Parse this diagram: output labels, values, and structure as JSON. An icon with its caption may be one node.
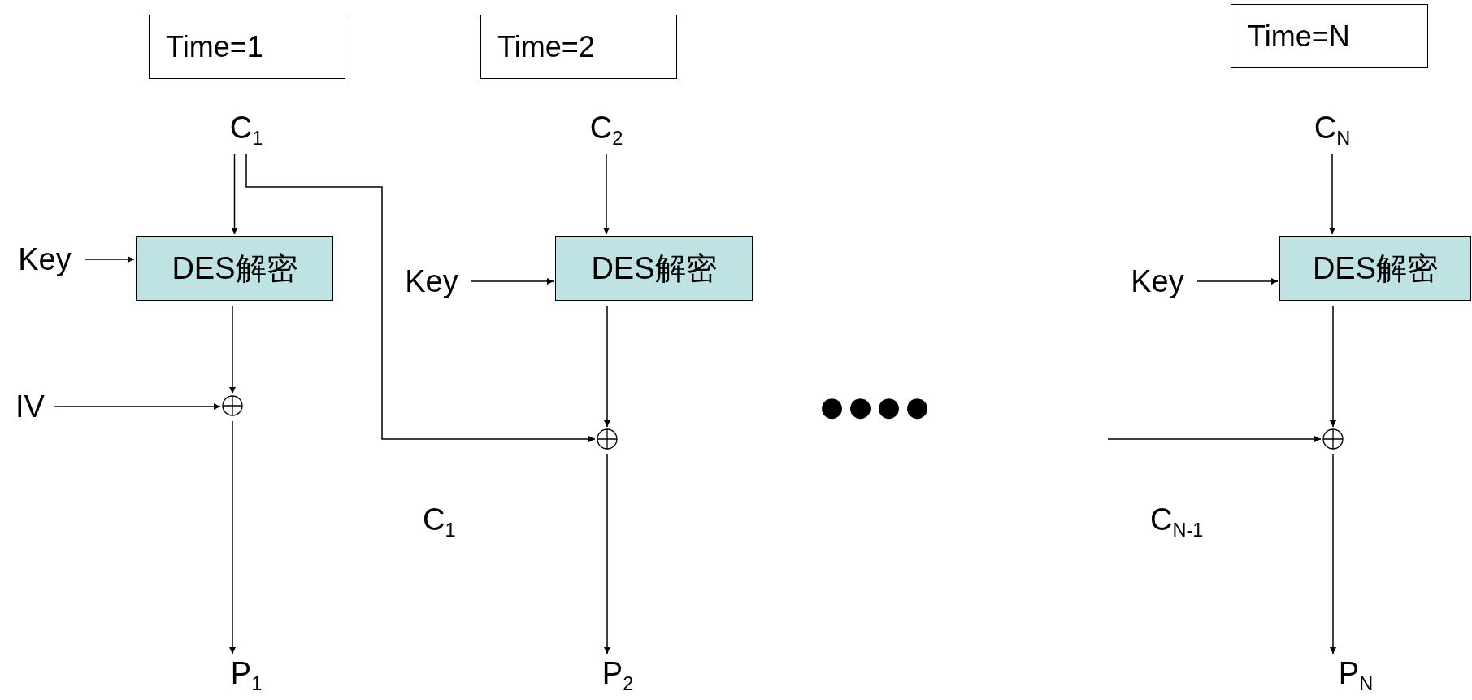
{
  "diagram": {
    "nodes": [
      {
        "text": [
          "Time=1"
        ]
      },
      {
        "text": [
          "Time=2"
        ]
      },
      {
        "text": [
          "Time=N"
        ]
      },
      {
        "text": [
          "C$_{1}$"
        ]
      },
      {
        "text": [
          "C$_{2}$"
        ]
      },
      {
        "text": [
          "C$_{N}$"
        ]
      },
      {
        "text": [
          "Key"
        ]
      },
      {
        "text": [
          "DES解密"
        ]
      },
      {
        "text": [
          "Key"
        ]
      },
      {
        "text": [
          "DES解密"
        ]
      },
      {
        "text": [
          "Key"
        ]
      },
      {
        "text": [
          "DES解密"
        ]
      },
      {
        "text": [
          "IV"
        ]
      },
      {
        "text": [],
        "shape": "circle"
      },
      {
        "text": [],
        "shape": "circle"
      },
      {
        "text": [],
        "shape": "circle"
      },
      {
        "text": [
          "P$_{1}$"
        ]
      },
      {
        "text": [
          "P$_{2}$"
        ]
      },
      {
        "text": [
          "P$_{N}$"
        ]
      }
    ],
    "edges": [
      {
        "from": 3,
        "to": 7,
        "arrow": "to"
      },
      {
        "from": 3,
        "to": 14,
        "arrow": "to"
      },
      {
        "from": 4,
        "to": 9,
        "arrow": "to"
      },
      {
        "from": 5,
        "to": 11,
        "arrow": "to"
      },
      {
        "from": 6,
        "to": 7,
        "arrow": "to"
      },
      {
        "from": 8,
        "to": 9,
        "arrow": "to"
      },
      {
        "from": 10,
        "to": 11,
        "arrow": "to"
      },
      {
        "from": 7,
        "to": 13,
        "arrow": "to"
      },
      {
        "from": 12,
        "to": 13,
        "arrow": "to"
      },
      {
        "from": 9,
        "to": 14,
        "arrow": "to"
      },
      {
        "from": 11,
        "to": 15,
        "arrow": "to"
      },
      {
        "from": null,
        "to": 15,
        "arrow": "to"
      },
      {
        "from": 13,
        "to": 16,
        "arrow": "to"
      },
      {
        "from": 14,
        "to": 17,
        "arrow": "to"
      },
      {
        "from": 15,
        "to": 18,
        "arrow": "to"
      }
    ],
    "labels": [
      "●●●●",
      "C$_{1}$",
      "C$_{N-1}$"
    ]
  }
}
